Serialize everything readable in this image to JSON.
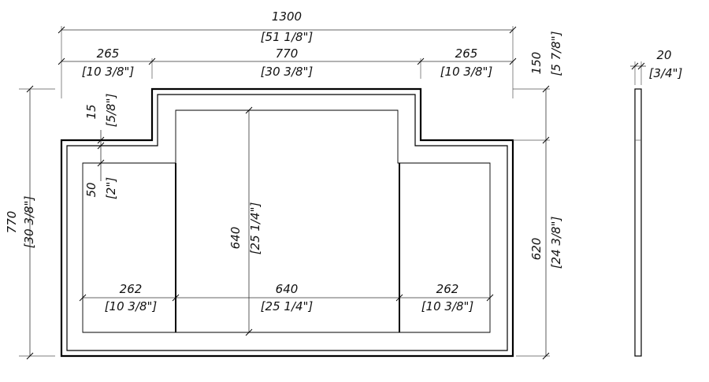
{
  "dimensions": {
    "overall_width": {
      "value": "1300",
      "imperial": "[51 1/8\"]"
    },
    "left_wing_width": {
      "value": "265",
      "imperial": "[10 3/8\"]"
    },
    "center_width": {
      "value": "770",
      "imperial": "[30 3/8\"]"
    },
    "right_wing_width": {
      "value": "265",
      "imperial": "[10 3/8\"]"
    },
    "step_height": {
      "value": "150",
      "imperial": "[5 7/8\"]"
    },
    "thickness": {
      "value": "20",
      "imperial": "[3/4\"]"
    },
    "overall_height": {
      "value": "770",
      "imperial": "[30 3/8\"]"
    },
    "wing_height": {
      "value": "620",
      "imperial": "[24 3/8\"]"
    },
    "border_offset": {
      "value": "15",
      "imperial": "[5/8\"]"
    },
    "panel_offset": {
      "value": "50",
      "imperial": "[2\"]"
    },
    "center_panel_height": {
      "value": "640",
      "imperial": "[25 1/4\"]"
    },
    "left_panel_width": {
      "value": "262",
      "imperial": "[10 3/8\"]"
    },
    "center_panel_width": {
      "value": "640",
      "imperial": "[25 1/4\"]"
    },
    "right_panel_width": {
      "value": "262",
      "imperial": "[10 3/8\"]"
    }
  },
  "colors": {
    "line": "#000000",
    "background": "#ffffff"
  }
}
